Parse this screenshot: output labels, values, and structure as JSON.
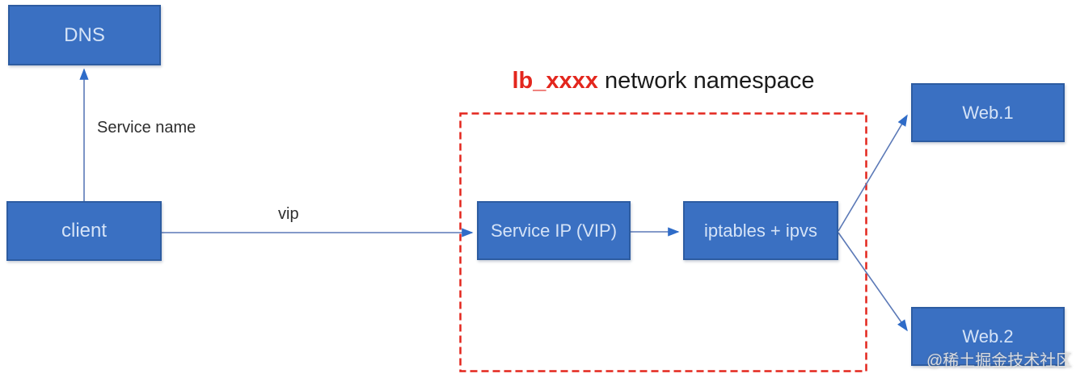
{
  "diagram": {
    "nodes": {
      "dns": {
        "label": "DNS"
      },
      "client": {
        "label": "client"
      },
      "service_ip": {
        "label": "Service IP (VIP)"
      },
      "iptables": {
        "label": "iptables + ipvs"
      },
      "web1": {
        "label": "Web.1"
      },
      "web2": {
        "label": "Web.2"
      }
    },
    "edges": {
      "client_to_dns_label": "Service name",
      "client_to_service_ip_label": "vip"
    },
    "namespace": {
      "title_highlight": "lb_xxxx",
      "title_rest": " network namespace"
    },
    "watermark": "@稀土掘金技术社区",
    "colors": {
      "node_fill": "#3a70c2",
      "node_border": "#2d5ca1",
      "node_text": "#d5e3f7",
      "connector_line": "#5b79b7",
      "arrowhead": "#2f6cc8",
      "namespace_red": "#e3261d",
      "title_text": "#1b1b1b",
      "label_text": "#2e2e2e",
      "background": "#ffffff"
    }
  }
}
